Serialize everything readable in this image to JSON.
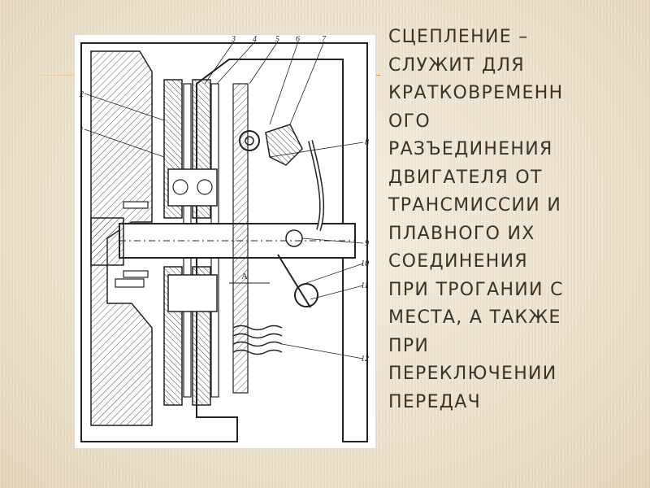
{
  "slide": {
    "background_color": "#efe4cf",
    "accent_color": "#d9952b",
    "text_color": "#3a3328"
  },
  "figure": {
    "type": "technical-drawing",
    "subject": "clutch cross-section",
    "callouts": [
      "1",
      "2",
      "3",
      "4",
      "5",
      "6",
      "7",
      "8",
      "9",
      "10",
      "11",
      "12"
    ],
    "dimension_label": "A"
  },
  "title": {
    "lines": [
      "СЦЕПЛЕНИЕ –",
      "СЛУЖИТ ДЛЯ",
      "КРАТКОВРЕМЕНН",
      "ОГО",
      "РАЗЪЕДИНЕНИЯ",
      "ДВИГАТЕЛЯ ОТ",
      "ТРАНСМИССИИ И",
      "ПЛАВНОГО ИХ",
      "СОЕДИНЕНИЯ",
      "ПРИ ТРОГАНИИ С",
      "МЕСТА, А ТАКЖЕ",
      "ПРИ",
      "ПЕРЕКЛЮЧЕНИИ",
      "ПЕРЕДАЧ"
    ]
  }
}
